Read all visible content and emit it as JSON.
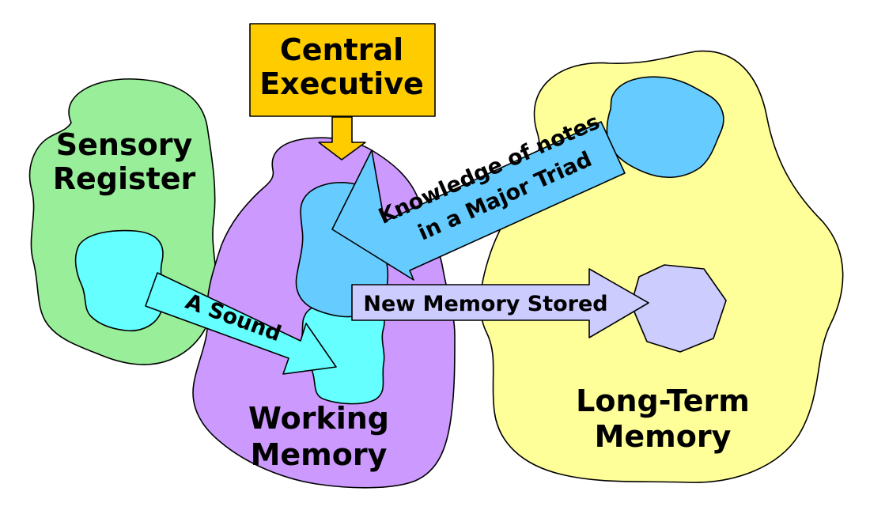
{
  "regions": {
    "sensory": {
      "line1": "Sensory",
      "line2": "Register"
    },
    "central": {
      "line1": "Central",
      "line2": "Executive"
    },
    "working": {
      "line1": "Working",
      "line2": "Memory"
    },
    "longterm": {
      "line1": "Long-Term",
      "line2": "Memory"
    }
  },
  "arrows": {
    "sound": "A Sound",
    "knowledge": {
      "line1": "Knowledge of notes",
      "line2": "in a Major Triad"
    },
    "stored": "New Memory Stored"
  },
  "colors": {
    "sensory": "#99ee99",
    "central": "#ffcc00",
    "working": "#cc99ff",
    "longterm": "#ffff99",
    "cyan": "#66ffff",
    "blue": "#66ccff",
    "lavender": "#ccccff"
  }
}
